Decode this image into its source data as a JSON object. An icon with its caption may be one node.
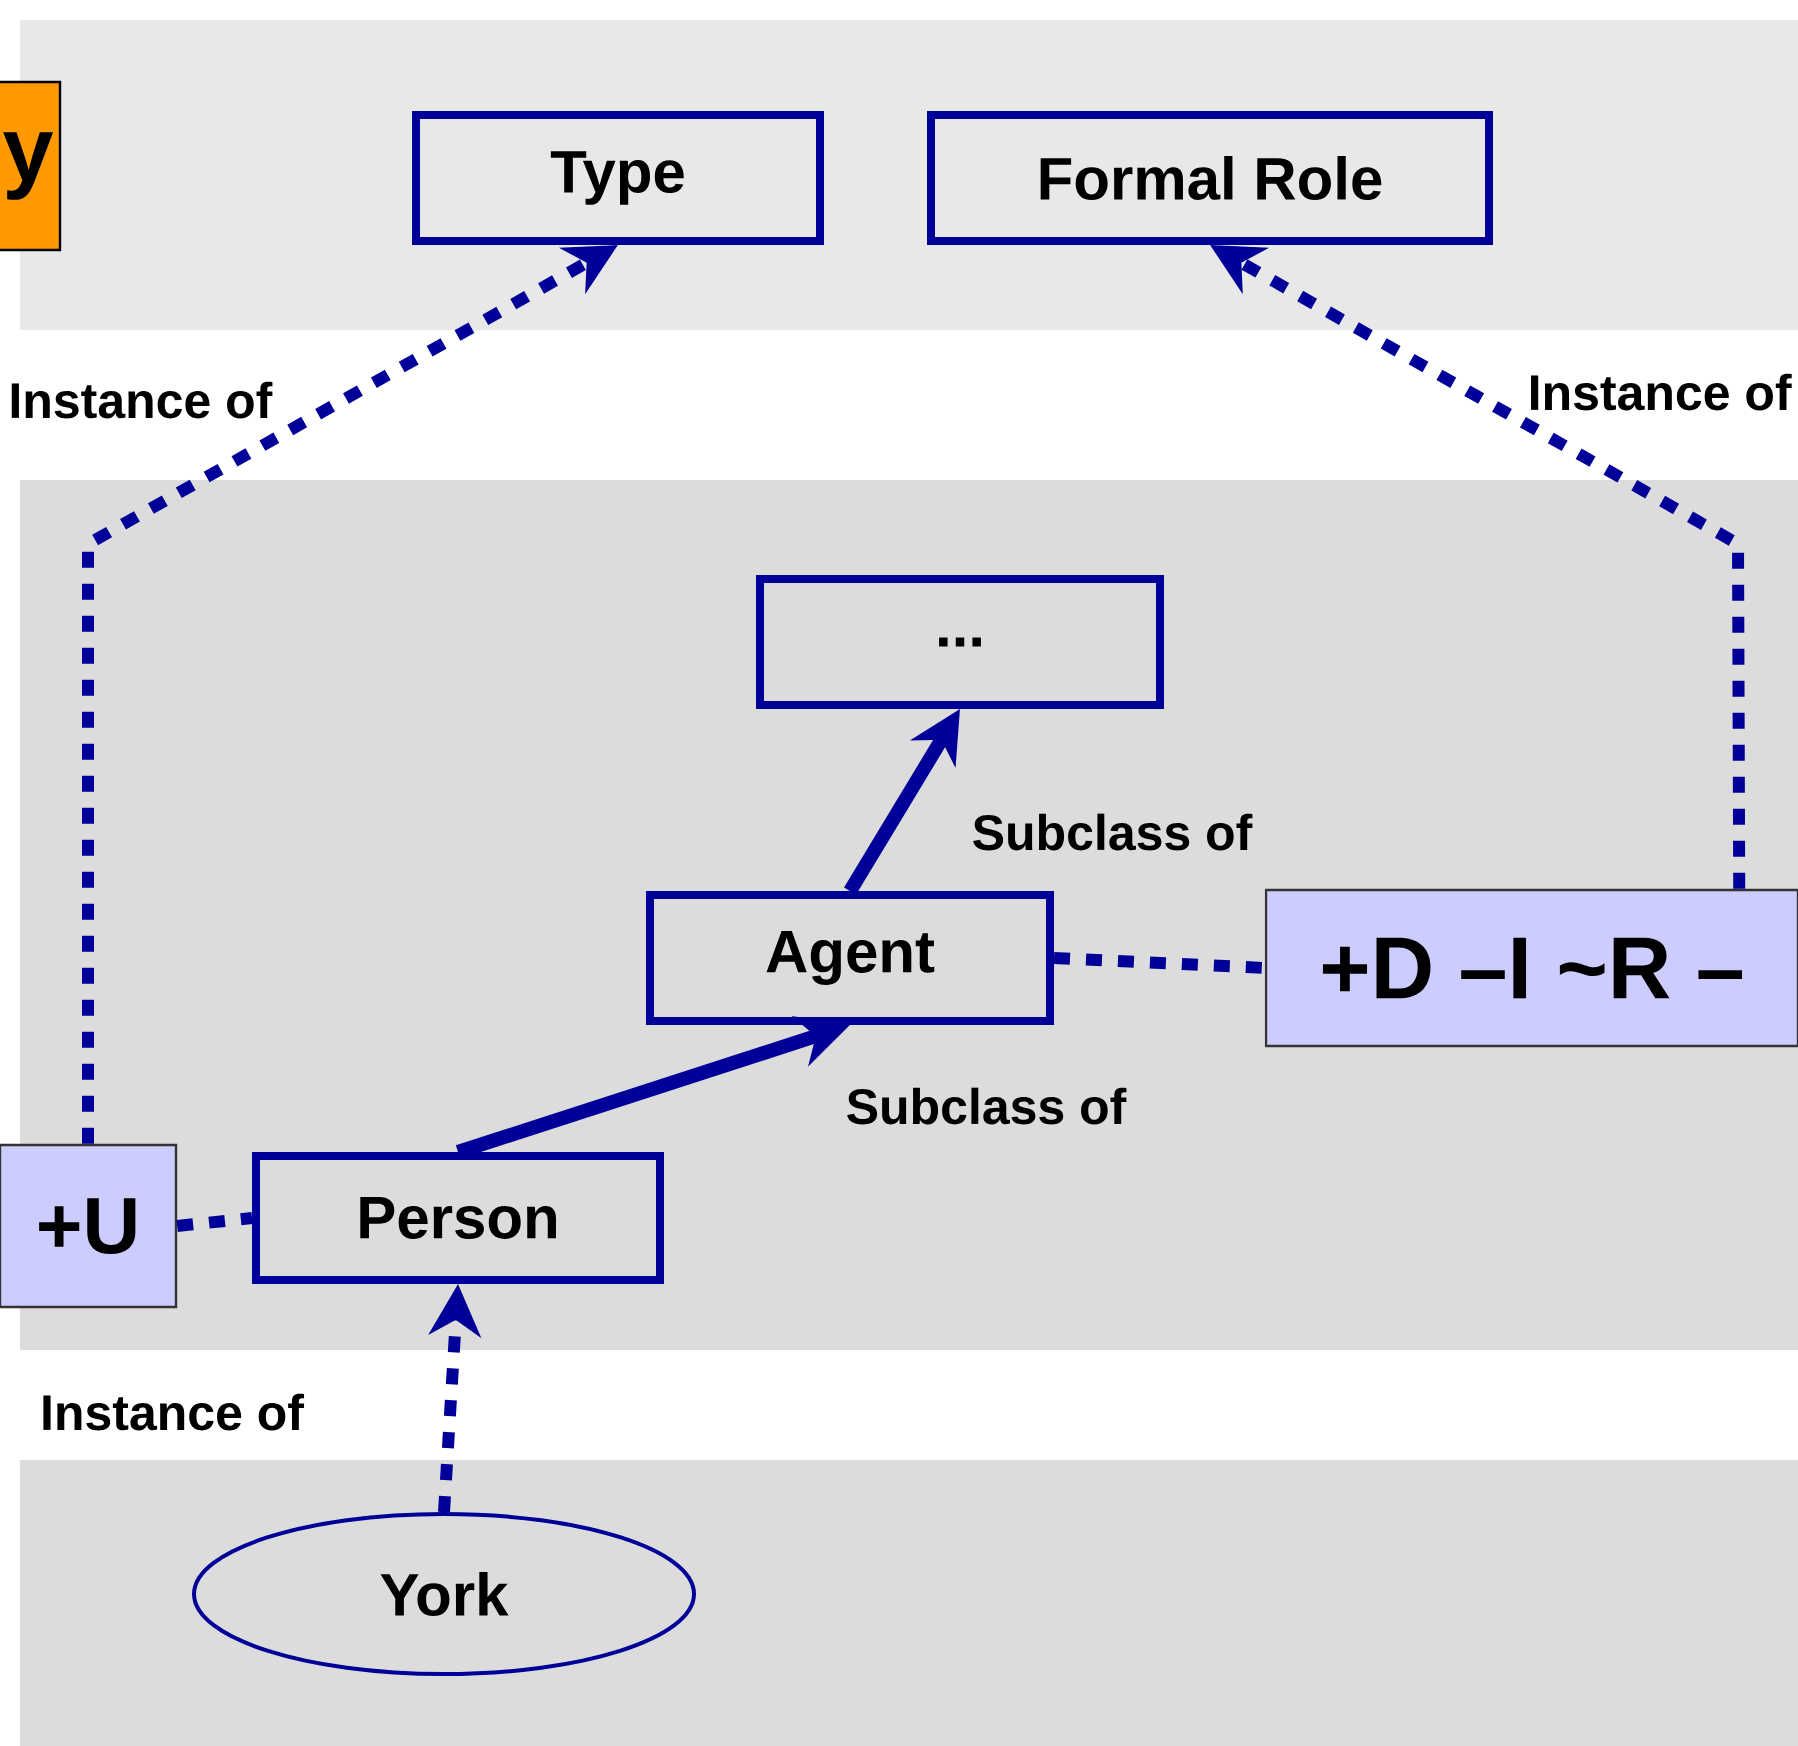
{
  "diagram": {
    "nodes": [
      {
        "text": [
          "y"
        ]
      },
      {
        "text": [
          "Type"
        ]
      },
      {
        "text": [
          "Formal Role"
        ]
      },
      {
        "text": [
          "..."
        ]
      },
      {
        "text": [
          "Agent"
        ]
      },
      {
        "text": [
          "+D –I ~R –"
        ]
      },
      {
        "text": [
          "+U"
        ]
      },
      {
        "text": [
          "Person"
        ]
      },
      {
        "text": [
          "York"
        ]
      }
    ],
    "edges": [
      {
        "from": 6,
        "to": 1,
        "arrow": "to",
        "style": "dashed",
        "label": "Instance of"
      },
      {
        "from": 5,
        "to": 2,
        "arrow": "to",
        "style": "dashed",
        "label": "Instance of"
      },
      {
        "from": 4,
        "to": 3,
        "arrow": "to",
        "label": "Subclass of"
      },
      {
        "from": 7,
        "to": 4,
        "arrow": "to",
        "label": "Subclass of"
      },
      {
        "from": 4,
        "to": 5,
        "arrow": "none",
        "style": "dashed"
      },
      {
        "from": 6,
        "to": 7,
        "arrow": "none",
        "style": "dashed"
      },
      {
        "from": 8,
        "to": 7,
        "arrow": "to",
        "style": "dashed",
        "label": "Instance of"
      }
    ]
  }
}
